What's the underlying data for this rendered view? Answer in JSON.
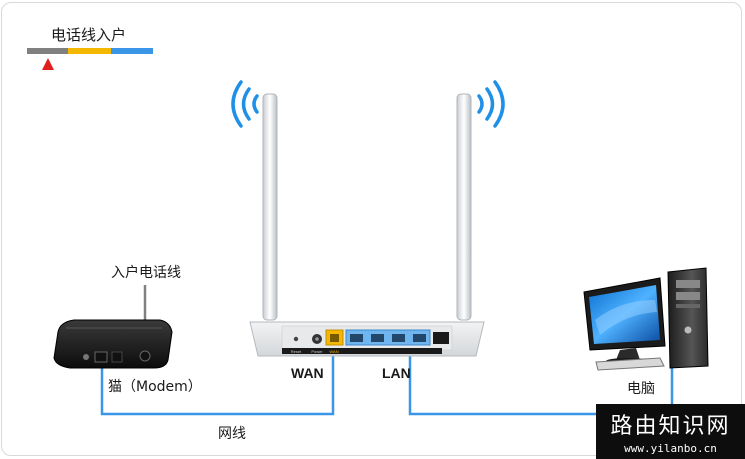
{
  "legend": {
    "title": "电话线入户",
    "colors": [
      "#808080",
      "#f5b800",
      "#3c96e8"
    ],
    "marker_color": "#e02020"
  },
  "labels": {
    "phone_line_in": "入户电话线",
    "modem": "猫（Modem）",
    "wan": "WAN",
    "lan": "LAN",
    "computer": "电脑",
    "network_cable": "网线"
  },
  "router_port_labels": [
    "Reset",
    "Power",
    "WAN"
  ],
  "colors": {
    "cable": "#3c96e8",
    "wan_port": "#f5b800",
    "lan_port": "#6fb6f0",
    "wifi_signal": "#1e90e8"
  },
  "watermark": {
    "title": "路由知识网",
    "url": "www.yilanbo.cn"
  }
}
